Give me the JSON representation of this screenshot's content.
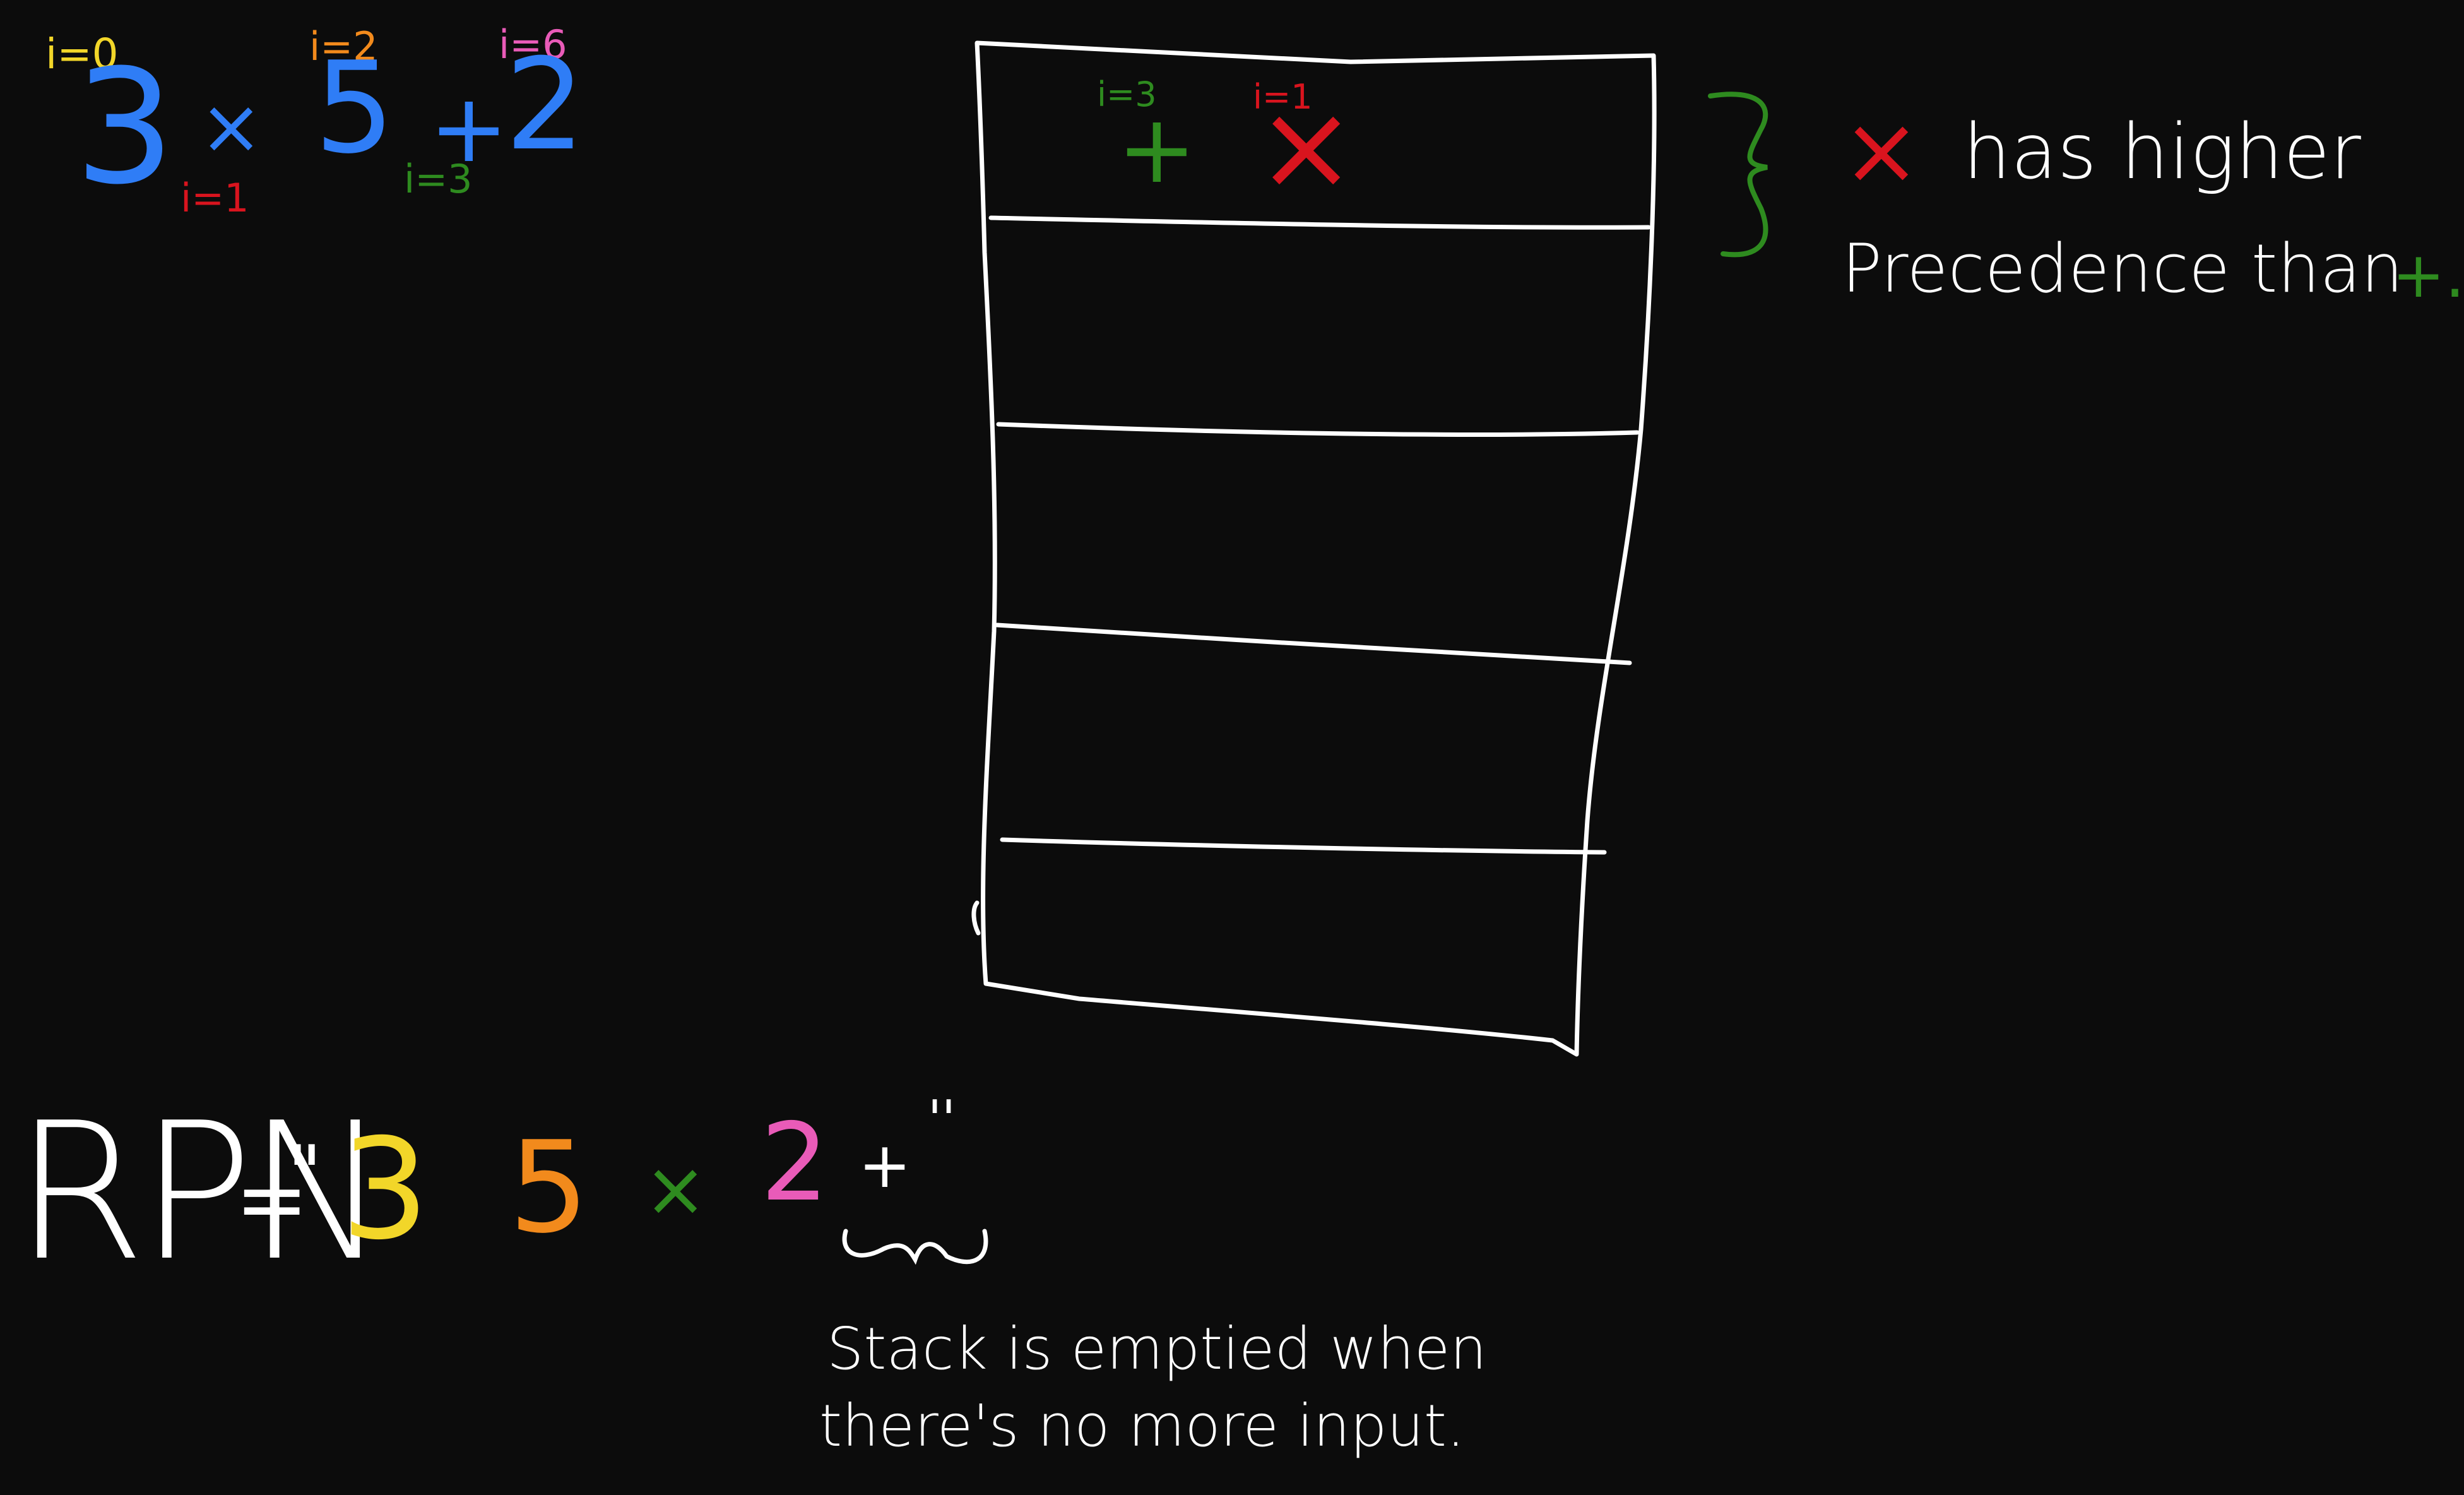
{
  "colors": {
    "background": "#0c0c0c",
    "white": "#ffffff",
    "blue": "#2f7df6",
    "yellow": "#f2d629",
    "orange": "#f28a1c",
    "pink": "#e95bb8",
    "green": "#2e8b1f",
    "red": "#d9141e"
  },
  "expression": {
    "index_i0": "i=0",
    "index_i1": "i=1",
    "index_i2": "i=2",
    "index_i3": "i=3",
    "index_i6": "i=6",
    "num_3": "3",
    "op_times": "×",
    "num_5": "5",
    "op_plus": "+",
    "num_2": "2"
  },
  "stack": {
    "top_plus_index": "i=3",
    "top_plus": "+",
    "top_times_index": "i=1",
    "top_times": "×"
  },
  "note": {
    "times_symbol": "×",
    "line1": "has higher",
    "line2": "Precedence than",
    "plus_symbol": "+."
  },
  "rpn": {
    "label": "RPN",
    "equals": "=",
    "open_quote": "\"",
    "v1": "3",
    "v2": "5",
    "v3": "×",
    "v4": "2",
    "v5": "+",
    "close_quote": "''"
  },
  "footnote": {
    "line1": "Stack is emptied when",
    "line2": "there's no more input."
  }
}
